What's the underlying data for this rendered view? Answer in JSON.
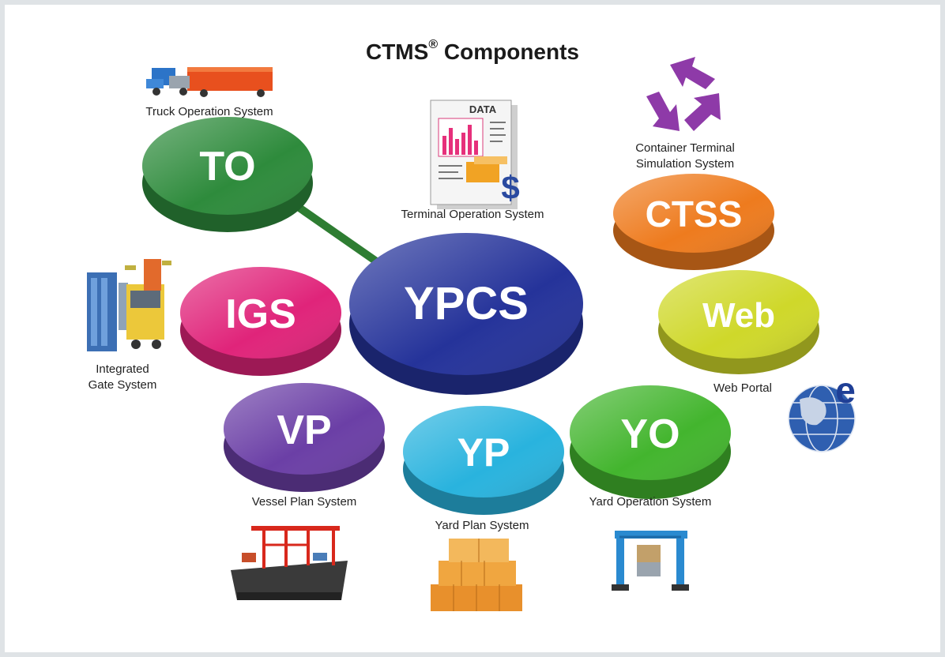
{
  "title": {
    "main": "CTMS",
    "mark": "®",
    "rest": " Components"
  },
  "nodes": {
    "to": {
      "abbr": "TO",
      "caption_lines": [
        "Truck Operation System"
      ],
      "color": "#2e8b3c"
    },
    "igs": {
      "abbr": "IGS",
      "caption_lines": [
        "Integrated",
        "Gate System"
      ],
      "color": "#e0247a"
    },
    "ypcs": {
      "abbr": "YPCS",
      "caption_lines": [],
      "color": "#25339a"
    },
    "ctss": {
      "abbr": "CTSS",
      "caption_lines": [
        "Container Terminal",
        "Simulation System"
      ],
      "color": "#ee7b1e"
    },
    "web": {
      "abbr": "Web",
      "caption_lines": [
        "Web Portal"
      ],
      "color": "#cfd82a"
    },
    "vp": {
      "abbr": "VP",
      "caption_lines": [
        "Vessel Plan System"
      ],
      "color": "#6b3fa6"
    },
    "yp": {
      "abbr": "YP",
      "caption_lines": [
        "Yard Plan System"
      ],
      "color": "#29b3de"
    },
    "yo": {
      "abbr": "YO",
      "caption_lines": [
        "Yard Operation System"
      ],
      "color": "#43b52e"
    }
  },
  "terminal_caption": "Terminal Operation System",
  "icons": {
    "data_label": "DATA",
    "dollar": "$",
    "e_letter": "e"
  }
}
